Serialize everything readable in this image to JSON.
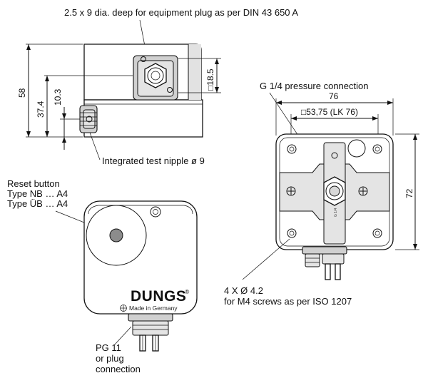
{
  "annotations": {
    "plug_note": "2.5 x 9 dia. deep for equipment plug as per DIN 43 650 A",
    "test_nipple": "Integrated test nipple ø 9",
    "reset_line1": "Reset button",
    "reset_line2": "Type NB … A4",
    "reset_line3": "Type ÜB … A4",
    "pg_line1": "PG 11",
    "pg_line2": "or plug",
    "pg_line3": "connection",
    "pressure_conn": "G 1/4 pressure connection",
    "screws_line1": "4 X Ø 4.2",
    "screws_line2": "for M4 screws as per ISO 1207"
  },
  "dimensions": {
    "height_58": "58",
    "height_37_4": "37.4",
    "height_10_3": "10.3",
    "square_18_5": "□18.5",
    "width_76": "76",
    "lk_53_75": "□53,75 (LK 76)",
    "height_72": "72"
  },
  "device": {
    "brand": "DUNGS",
    "registered": "®",
    "made_in": "Made in Germany",
    "port_mark": "G 1/4"
  }
}
